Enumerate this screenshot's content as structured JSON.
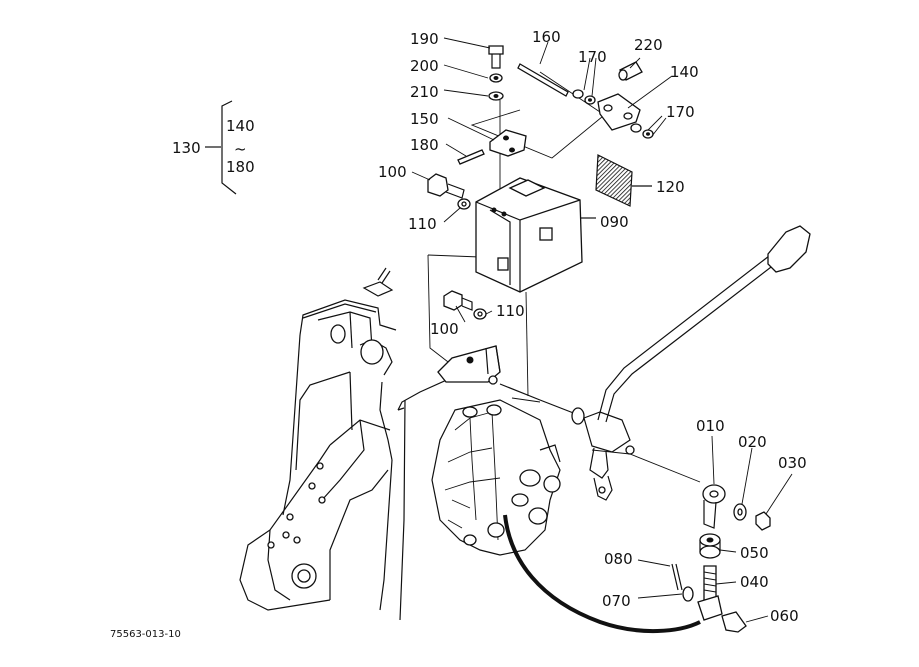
{
  "drawing_code": "75563-013-10",
  "group_bracket": {
    "number": "130",
    "range_start": "140",
    "range_sep": "~",
    "range_end": "180"
  },
  "part_labels": {
    "p190": "190",
    "p200": "200",
    "p210": "210",
    "p150": "150",
    "p180": "180",
    "p100a": "100",
    "p110a": "110",
    "p160": "160",
    "p170a": "170",
    "p220": "220",
    "p140": "140",
    "p170b": "170",
    "p120": "120",
    "p090": "090",
    "p100b": "100",
    "p110b": "110",
    "p010": "010",
    "p020": "020",
    "p030": "030",
    "p050": "050",
    "p080": "080",
    "p040": "040",
    "p070": "070",
    "p060": "060"
  }
}
